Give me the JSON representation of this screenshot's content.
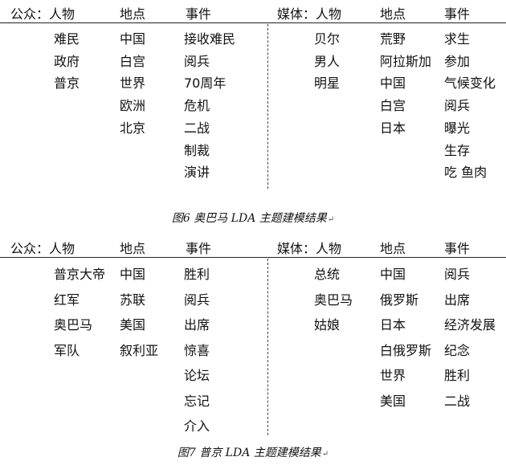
{
  "fig6": {
    "headers": {
      "public": "公众：人物",
      "public_place": "地点",
      "public_event": "事件",
      "media": "媒体：人物",
      "media_place": "地点",
      "media_event": "事件"
    },
    "columns": {
      "public_person": [
        "难民",
        "政府",
        "普京"
      ],
      "public_place": [
        "中国",
        "白宫",
        "世界",
        "欧洲",
        "北京"
      ],
      "public_event": [
        "接收难民",
        "阅兵",
        "70周年",
        "危机",
        "二战",
        "制裁",
        "演讲"
      ],
      "media_person": [
        "贝尔",
        "男人",
        "明星"
      ],
      "media_place": [
        "荒野",
        "阿拉斯加",
        "中国",
        "白宫",
        "日本"
      ],
      "media_event": [
        "求生",
        "参加",
        "气候变化",
        "阅兵",
        "曝光",
        "生存",
        "吃 鱼肉"
      ]
    },
    "caption": "图6  奥巴马 LDA 主题建模结果",
    "caption_mark": "↵"
  },
  "fig7": {
    "headers": {
      "public": "公众：人物",
      "public_place": "地点",
      "public_event": "事件",
      "media": "媒体：人物",
      "media_place": "地点",
      "media_event": "事件"
    },
    "columns": {
      "public_person": [
        "普京大帝",
        "红军",
        "奥巴马",
        "军队"
      ],
      "public_place": [
        "中国",
        "苏联",
        "美国",
        "叙利亚"
      ],
      "public_event": [
        "胜利",
        "阅兵",
        "出席",
        "惊喜",
        "论坛",
        "忘记",
        "介入"
      ],
      "media_person": [
        "总统",
        "奥巴马",
        "姑娘"
      ],
      "media_place": [
        "中国",
        "俄罗斯",
        "日本",
        "白俄罗斯",
        "世界",
        "美国"
      ],
      "media_event": [
        "阅兵",
        "出席",
        "经济发展",
        "纪念",
        "胜利",
        "二战"
      ]
    },
    "caption": "图7  普京 LDA 主题建模结果",
    "caption_mark": "↵"
  }
}
